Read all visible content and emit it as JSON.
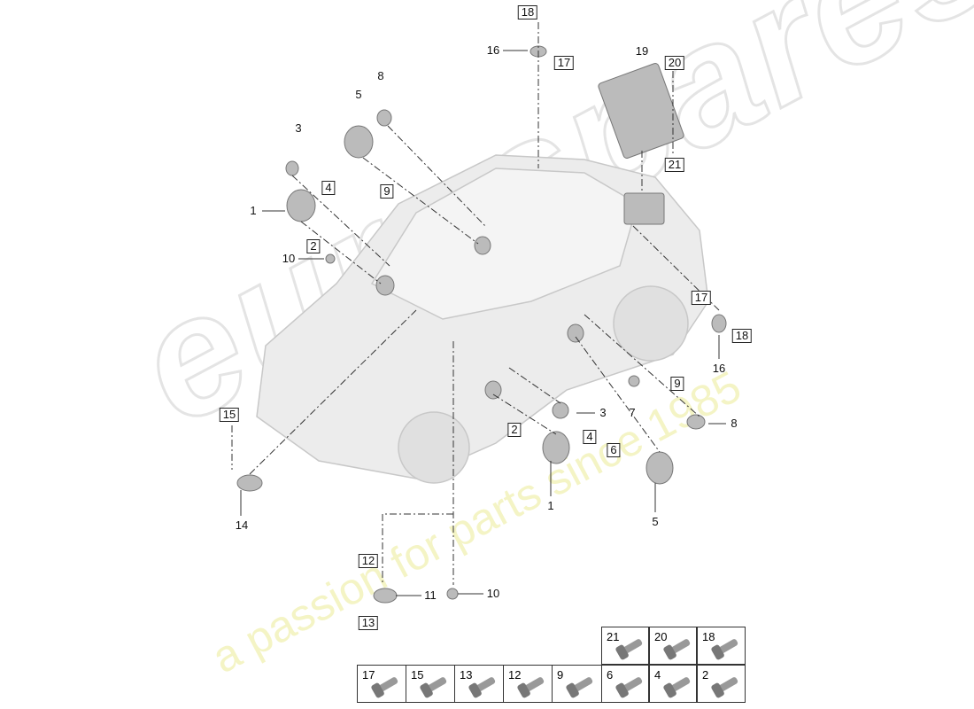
{
  "watermark": {
    "brand": "eurospares",
    "tagline": "a passion for parts since 1985"
  },
  "callouts": [
    "18",
    "16",
    "17",
    "19",
    "20",
    "21",
    "8",
    "5",
    "3",
    "4",
    "9",
    "1",
    "2",
    "10",
    "17",
    "18",
    "16",
    "9",
    "7",
    "3",
    "8",
    "2",
    "4",
    "6",
    "1",
    "5",
    "15",
    "14",
    "12",
    "11",
    "10",
    "13"
  ],
  "fastener_table": {
    "top_row": [
      "21",
      "20",
      "18"
    ],
    "bottom_row": [
      "17",
      "15",
      "13",
      "12",
      "9",
      "6",
      "4",
      "2"
    ]
  }
}
